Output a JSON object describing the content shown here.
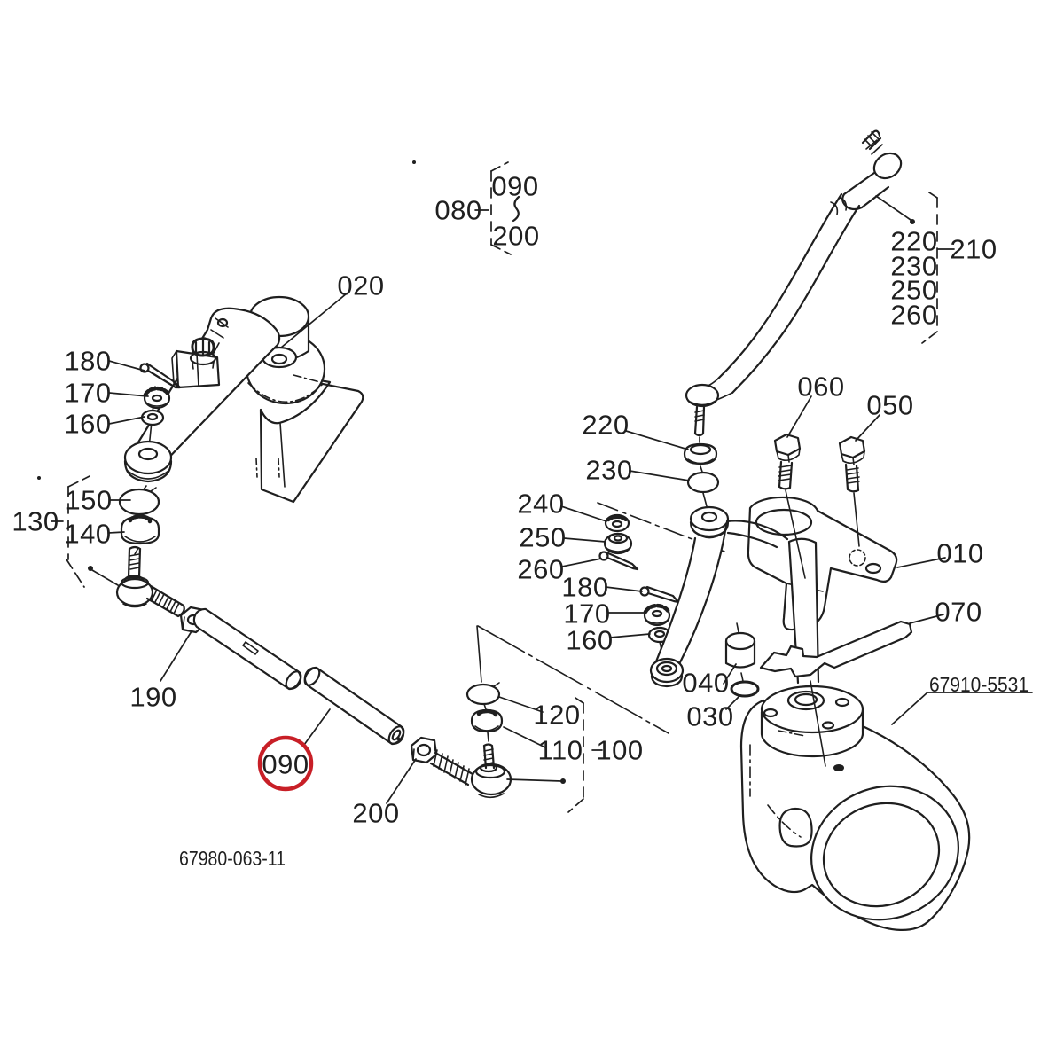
{
  "page": {
    "background": "#ffffff"
  },
  "diagram": {
    "type": "exploded-parts-diagram",
    "subject": "steering linkage",
    "drawing_number": "67980-063-11",
    "part_numbers": {
      "axle_case": "67910-5531",
      "drawing": "67980-063-11"
    },
    "highlighted_callout": "090",
    "range_mark": "~",
    "colors": {
      "line_color": "#1f1f1f",
      "highlight_circle": "#c81f27",
      "background": "#ffffff"
    },
    "callouts": [
      {
        "text": "020"
      },
      {
        "text": "080"
      },
      {
        "text": "090"
      },
      {
        "text": "200"
      },
      {
        "text": "220"
      },
      {
        "text": "230"
      },
      {
        "text": "250"
      },
      {
        "text": "260"
      },
      {
        "text": "210"
      },
      {
        "text": "180"
      },
      {
        "text": "170"
      },
      {
        "text": "160"
      },
      {
        "text": "150"
      },
      {
        "text": "130"
      },
      {
        "text": "140"
      },
      {
        "text": "190"
      },
      {
        "text": "240"
      },
      {
        "text": "250"
      },
      {
        "text": "260"
      },
      {
        "text": "220"
      },
      {
        "text": "230"
      },
      {
        "text": "180"
      },
      {
        "text": "170"
      },
      {
        "text": "160"
      },
      {
        "text": "060"
      },
      {
        "text": "050"
      },
      {
        "text": "010"
      },
      {
        "text": "070"
      },
      {
        "text": "040"
      },
      {
        "text": "030"
      },
      {
        "text": "120"
      },
      {
        "text": "110"
      },
      {
        "text": "100"
      },
      {
        "text": "090"
      },
      {
        "text": "200"
      }
    ]
  }
}
